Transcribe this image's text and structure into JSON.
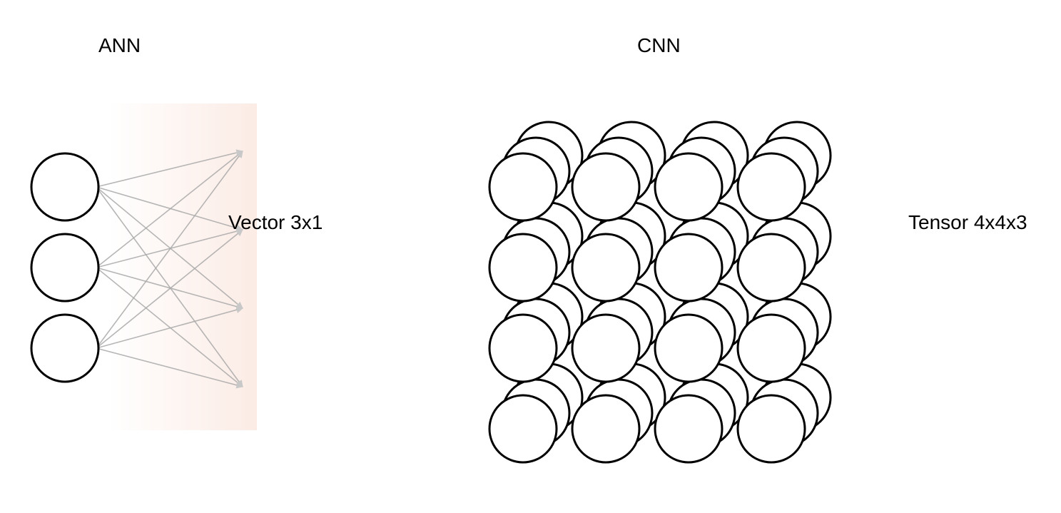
{
  "ann": {
    "title": "ANN",
    "shape_label": "Vector 3x1",
    "input_neurons": 3,
    "output_targets": 4
  },
  "cnn": {
    "title": "CNN",
    "shape_label": "Tensor 4x4x3",
    "rows": 4,
    "cols": 4,
    "depth": 3
  },
  "colors": {
    "stroke": "#000000",
    "fill": "#ffffff",
    "connection": "#a9a9a9",
    "fade_band": "#fbe9e2"
  }
}
